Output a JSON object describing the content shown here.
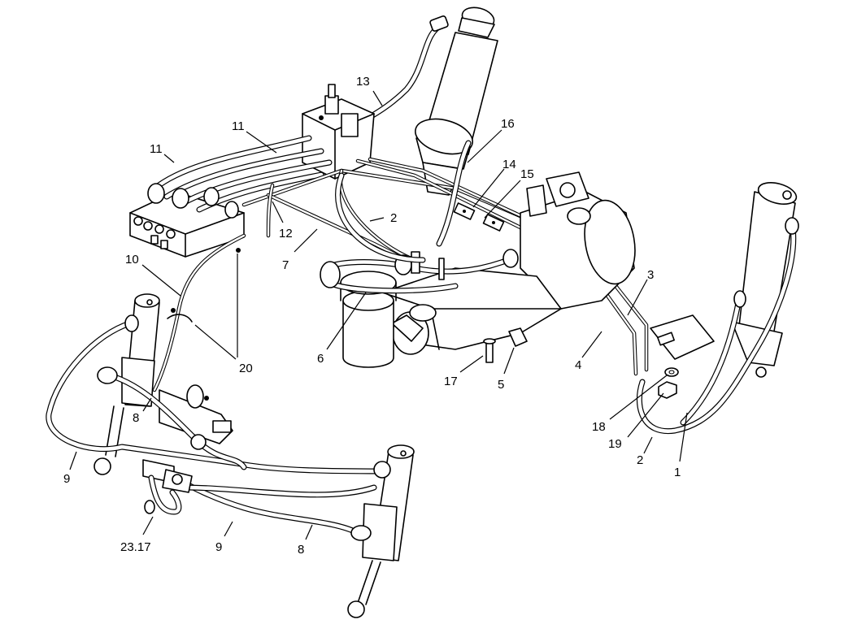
{
  "callouts": [
    {
      "id": "c1",
      "label": "1"
    },
    {
      "id": "c2a",
      "label": "2"
    },
    {
      "id": "c2b",
      "label": "2"
    },
    {
      "id": "c3",
      "label": "3"
    },
    {
      "id": "c4",
      "label": "4"
    },
    {
      "id": "c5",
      "label": "5"
    },
    {
      "id": "c6",
      "label": "6"
    },
    {
      "id": "c7",
      "label": "7"
    },
    {
      "id": "c8a",
      "label": "8"
    },
    {
      "id": "c8b",
      "label": "8"
    },
    {
      "id": "c9a",
      "label": "9"
    },
    {
      "id": "c9b",
      "label": "9"
    },
    {
      "id": "c10",
      "label": "10"
    },
    {
      "id": "c11a",
      "label": "11"
    },
    {
      "id": "c11b",
      "label": "11"
    },
    {
      "id": "c12",
      "label": "12"
    },
    {
      "id": "c13",
      "label": "13"
    },
    {
      "id": "c14",
      "label": "14"
    },
    {
      "id": "c15",
      "label": "15"
    },
    {
      "id": "c16",
      "label": "16"
    },
    {
      "id": "c17",
      "label": "17"
    },
    {
      "id": "c18",
      "label": "18"
    },
    {
      "id": "c19",
      "label": "19"
    },
    {
      "id": "c20",
      "label": "20"
    },
    {
      "id": "c23",
      "label": "23.17"
    }
  ]
}
